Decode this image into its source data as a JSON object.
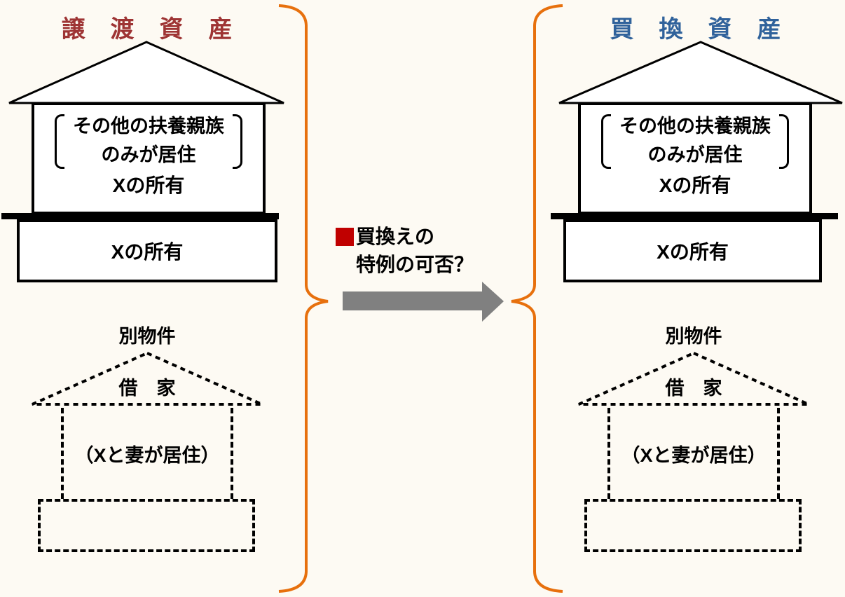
{
  "diagram": {
    "background": "#FDFAF3",
    "left_group": {
      "title": "譲　渡　資　産",
      "title_color": "#9E3434",
      "house": {
        "note_line1": "その他の扶養親族",
        "note_line2": "のみが居住",
        "building_owner": "Xの所有",
        "land_owner": "Xの所有"
      },
      "other_property": {
        "label": "別物件",
        "roof_label": "借　家",
        "occupants": "（Xと妻が居住）"
      }
    },
    "right_group": {
      "title": "買　換　資　産",
      "title_color": "#30629B",
      "house": {
        "note_line1": "その他の扶養親族",
        "note_line2": "のみが居住",
        "building_owner": "Xの所有",
        "land_owner": "Xの所有"
      },
      "other_property": {
        "label": "別物件",
        "roof_label": "借　家",
        "occupants": "（Xと妻が居住）"
      }
    },
    "center": {
      "bullet": "■",
      "bullet_color": "#C00000",
      "question_line1": "買換えの",
      "question_line2": "特例の可否？",
      "brace_color": "#E7700D",
      "arrow_color": "#808080",
      "line_color": "#000000"
    }
  }
}
